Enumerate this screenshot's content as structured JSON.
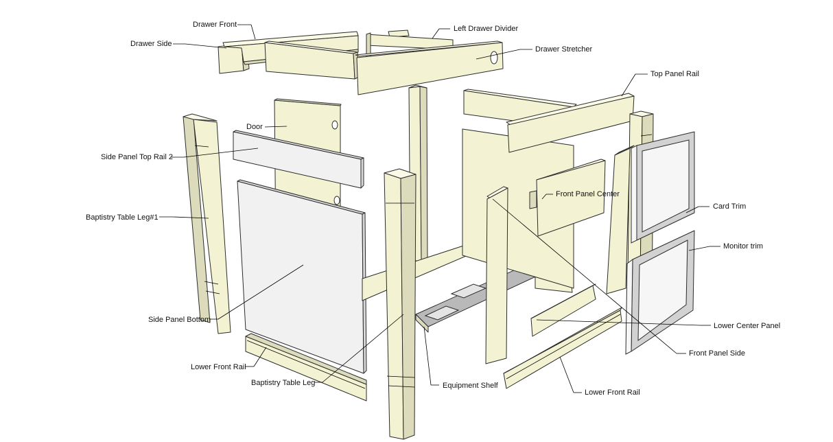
{
  "labels": {
    "drawer_front": "Drawer Front",
    "drawer_side": "Drawer Side",
    "left_drawer_divider": "Left Drawer Divider",
    "drawer_stretcher": "Drawer Stretcher",
    "top_panel_rail": "Top Panel Rail",
    "door": "Door",
    "side_panel_top_rail_2": "Side Panel Top Rail 2",
    "front_panel_center": "Front Panel Center",
    "card_trim": "Card Trim",
    "baptistry_table_leg_1": "Baptistry Table Leg#1",
    "monitor_trim": "Monitor trim",
    "side_panel_bottom": "Side Panel Bottom",
    "lower_center_panel": "Lower Center Panel",
    "front_panel_side": "Front Panel Side",
    "lower_front_rail_left": "Lower Front Rail",
    "baptistry_table_leg": "Baptistry Table Leg",
    "equipment_shelf": "Equipment Shelf",
    "lower_front_rail_right": "Lower Front Rail"
  },
  "colors": {
    "wood": "#f3f3d4",
    "panel": "#f1f1f1",
    "shelf": "#b9b9b9",
    "line": "#2b2b2b"
  }
}
